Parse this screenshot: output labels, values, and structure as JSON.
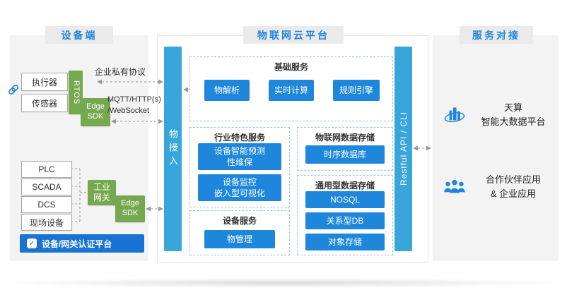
{
  "device": {
    "title": "设备端",
    "actuator": "执行器",
    "sensor": "传感器",
    "rtos": "RTOS",
    "edge_sdk_top": "Edge\nSDK",
    "private_protocol": "企业私有协议",
    "mqtt": "MQTT/HTTP(s)",
    "websocket": "/WebSocket",
    "plc": "PLC",
    "scada": "SCADA",
    "dcs": "DCS",
    "field_device": "现场设备",
    "gateway": "工业\n网关",
    "edge_sdk_bottom": "Edge\nSDK",
    "auth_platform": "设备/网关认证平台",
    "auth_check": "✓"
  },
  "platform": {
    "title": "物联网云平台",
    "access_bar": "物接入",
    "api_bar": "Restful API / CLI",
    "basic": {
      "title": "基础服务",
      "items": [
        "物解析",
        "实时计算",
        "规则引擎"
      ]
    },
    "industry": {
      "title": "行业特色服务",
      "items": [
        "设备智能预测\n性维保",
        "设备监控\n嵌入型可视化"
      ]
    },
    "iot_storage": {
      "title": "物联网数据存储",
      "items": [
        "时序数据库"
      ]
    },
    "general_storage": {
      "title": "通用型数据存储",
      "items": [
        "NOSQL",
        "关系型DB",
        "对象存储"
      ]
    },
    "device_service": {
      "title": "设备服务",
      "items": [
        "物管理"
      ]
    }
  },
  "services": {
    "title": "服务对接",
    "bigdata": "天算\n智能大数据平台",
    "partner": "合作伙伴应用\n& 企业应用"
  },
  "colors": {
    "accent_blue": "#1e87dc",
    "bar_blue": "#38a5db",
    "green": "#76a94f",
    "auth_blue": "#1873d3",
    "header_text": "#1e87dc",
    "arrow_gray": "#999999",
    "panel_gray": "#f3f3f3"
  }
}
